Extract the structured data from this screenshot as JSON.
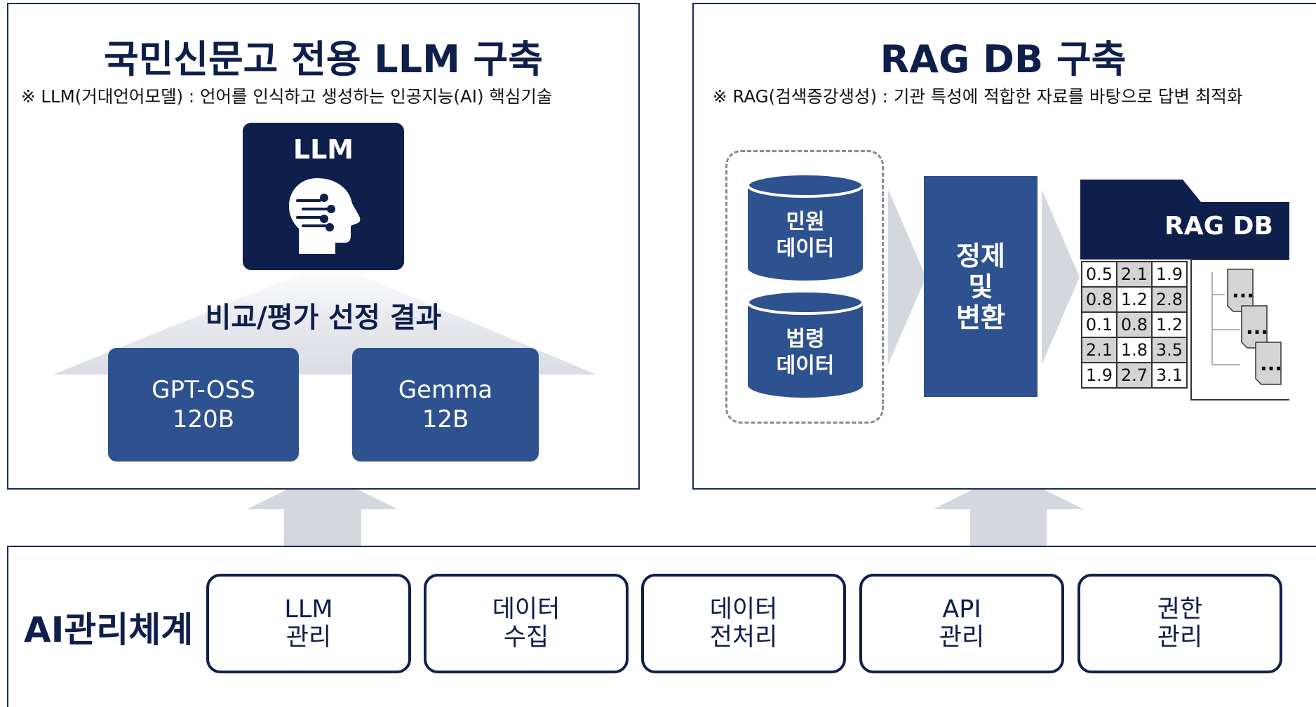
{
  "llm_section": {
    "title": "국민신문고 전용 LLM 구축",
    "note": "※ LLM(거대언어모델) : 언어를 인식하고 생성하는 인공지능(AI) 핵심기술",
    "llm_label": "LLM",
    "result_label": "비교/평가 선정 결과",
    "models": [
      {
        "line1": "GPT-OSS",
        "line2": "120B"
      },
      {
        "line1": "Gemma",
        "line2": "12B"
      }
    ]
  },
  "rag_section": {
    "title": "RAG DB 구축",
    "note": "※ RAG(검색증강생성) : 기관 특성에 적합한 자료를 바탕으로 답변 최적화",
    "sources": [
      {
        "line1": "민원",
        "line2": "데이터"
      },
      {
        "line1": "법령",
        "line2": "데이터"
      }
    ],
    "process": {
      "line1": "정제",
      "line2": "및",
      "line3": "변환"
    },
    "db_label": "RAG DB",
    "table": [
      [
        "0.5",
        "2.1",
        "1.9"
      ],
      [
        "0.8",
        "1.2",
        "2.8"
      ],
      [
        "0.1",
        "0.8",
        "1.2"
      ],
      [
        "2.1",
        "1.8",
        "3.5"
      ],
      [
        "1.9",
        "2.7",
        "3.1"
      ]
    ],
    "doc_ellipsis": "..."
  },
  "management": {
    "title": "AI관리체계",
    "items": [
      {
        "line1": "LLM",
        "line2": "관리"
      },
      {
        "line1": "데이터",
        "line2": "수집"
      },
      {
        "line1": "데이터",
        "line2": "전처리"
      },
      {
        "line1": "API",
        "line2": "관리"
      },
      {
        "line1": "권한",
        "line2": "관리"
      }
    ]
  },
  "colors": {
    "navy": "#0f1f4b",
    "blue": "#2e5190",
    "gray_arrow": "#d4d7de"
  }
}
